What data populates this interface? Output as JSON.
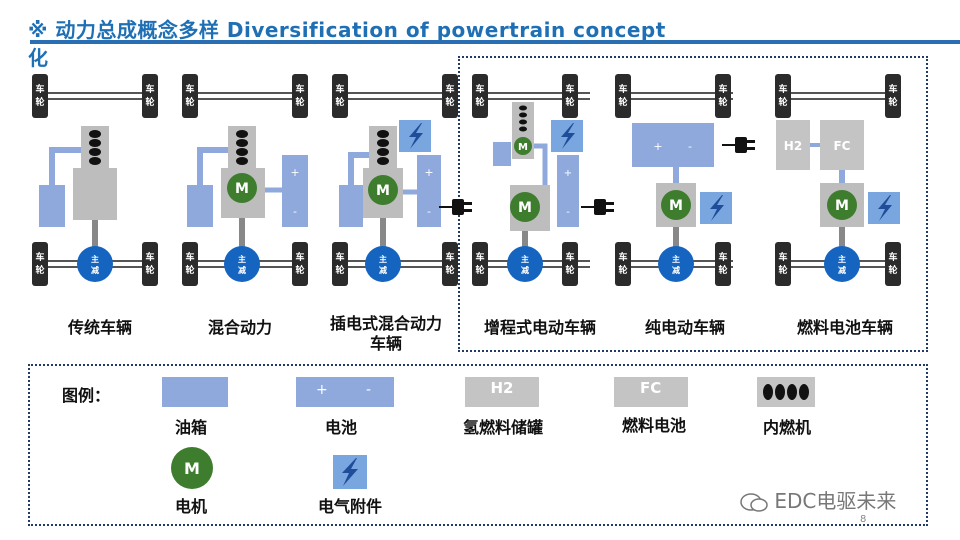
{
  "header": {
    "title": "※  动力总成概念多样   Diversification of powertrain concept",
    "title_wrap": "化"
  },
  "wheel_label": "车\n轮",
  "diff_label": "主\n减",
  "motor_label": "M",
  "battery_plus": "+",
  "battery_minus": "-",
  "h2_label": "H2",
  "fc_label": "FC",
  "vehicles": [
    {
      "label": "传统车辆"
    },
    {
      "label": "混合动力"
    },
    {
      "label": "插电式混合动力车辆"
    },
    {
      "label": "增程式电动车辆"
    },
    {
      "label": "纯电动车辆"
    },
    {
      "label": "燃料电池车辆"
    }
  ],
  "legend": {
    "title": "图例：",
    "items": [
      {
        "label": "油箱"
      },
      {
        "label": "电池"
      },
      {
        "label": "氢燃料储罐"
      },
      {
        "label": "燃料电池"
      },
      {
        "label": "内燃机"
      },
      {
        "label": "电机"
      },
      {
        "label": "电气附件"
      }
    ]
  },
  "page_number": "8",
  "watermark": "EDC电驱未来",
  "colors": {
    "accent": "#2a6fb3",
    "tank": "#8fa9dc",
    "gray_block": "#bdbdbd",
    "motor": "#3e7d2e",
    "wheel": "#2b2b2b",
    "diff": "#1565c0"
  }
}
